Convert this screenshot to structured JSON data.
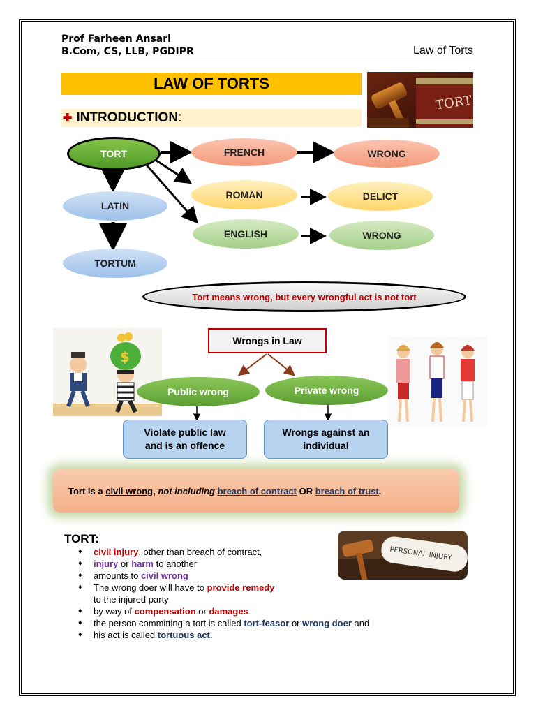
{
  "header": {
    "author": "Prof Farheen Ansari",
    "credentials": "B.Com, CS, LLB, PGDIPR",
    "subject": "Law of Torts"
  },
  "title": "LAW OF TORTS",
  "intro": {
    "label": "INTRODUCTION",
    "colon": ":"
  },
  "diagram1": {
    "tort": "TORT",
    "french": "FRENCH",
    "roman": "ROMAN",
    "english": "ENGLISH",
    "wrong1": "WRONG",
    "delict": "DELICT",
    "wrong2": "WRONG",
    "latin": "LATIN",
    "tortum": "TORTUM"
  },
  "images": {
    "gavel_label": "TORT",
    "injury_label": "PERSONAL INJURY"
  },
  "note": "Tort means wrong, but every wrongful act is not tort",
  "diagram2": {
    "root": "Wrongs in Law",
    "public": "Public wrong",
    "private": "Private wrong",
    "public_desc": [
      "Violate public law",
      "and is an offence"
    ],
    "private_desc": [
      "Wrongs against an",
      "individual"
    ]
  },
  "definition": {
    "p1": "Tort is a ",
    "civil_wrong": "civil wrong",
    "p2": ", ",
    "not_including": "not including",
    "p3": " ",
    "breach_contract": "breach of contract",
    "p4": " OR ",
    "breach_trust": "breach of trust",
    "p5": "."
  },
  "tort_section": {
    "heading": "TORT:",
    "b1": {
      "a": "civil injury",
      "b": ", other than breach of contract,"
    },
    "b2": {
      "a": "injury",
      "b": " or ",
      "c": "harm",
      "d": " to another"
    },
    "b3": {
      "a": "amounts to ",
      "b": "civil wrong"
    },
    "b4": {
      "a": "The wrong doer will have to ",
      "b": "provide remedy",
      "c": "to the injured party"
    },
    "b5": {
      "a": "by way of ",
      "b": "compensation",
      "c": " or ",
      "d": "damages"
    },
    "b6": {
      "a": "the person committing a tort is called ",
      "b": "tort-feasor",
      "c": " or ",
      "d": "wrong doer",
      "e": " and"
    },
    "b7": {
      "a": "his act is called ",
      "b": "tortuous act",
      "c": "."
    }
  }
}
